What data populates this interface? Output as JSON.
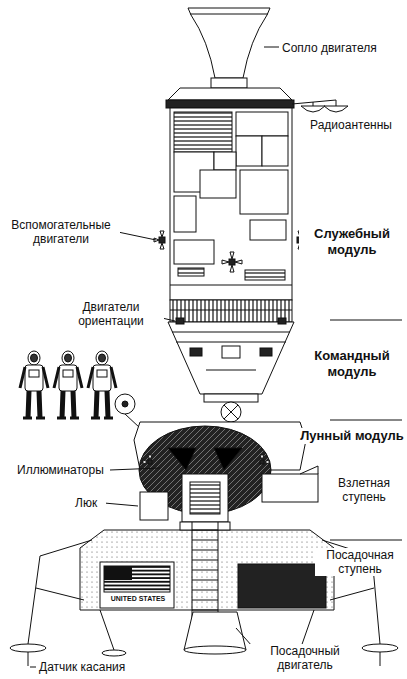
{
  "diagram": {
    "labels": [
      "Сопло двигателя",
      "Радиоантенны",
      "Вспомогательные двигатели",
      "Служебный модуль",
      "Двигатели ориентации",
      "Командный модуль",
      "Лунный модуль",
      "Взлетная ступень",
      "Посадочная ступень",
      "Иллюминаторы",
      "Люк",
      "UNITED STATES",
      "Посадочный двигатель",
      "Датчик касания"
    ]
  }
}
